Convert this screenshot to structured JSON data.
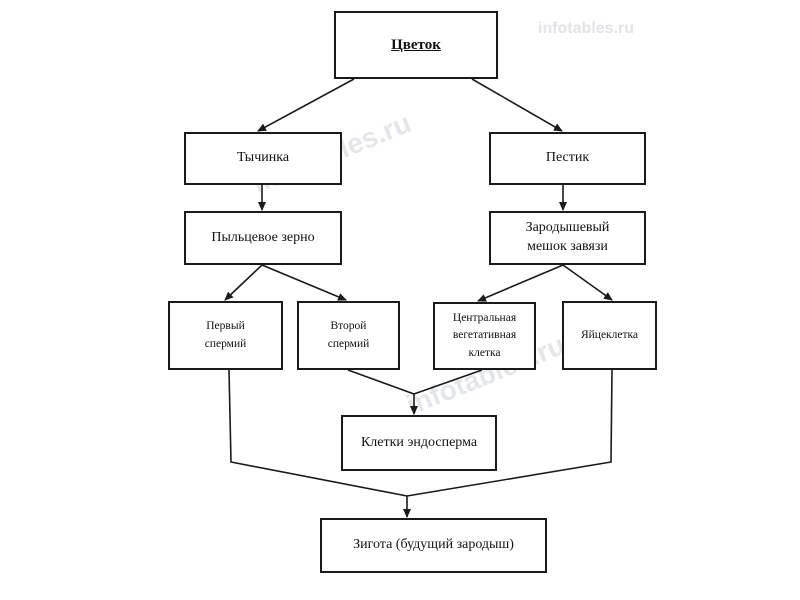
{
  "watermark": "infotables.ru",
  "nodes": {
    "flower": "Цветок",
    "stamen": "Тычинка",
    "pistil": "Пестик",
    "pollen": "Пыльцевое зерно",
    "embryo_sac": [
      "Зародышевый",
      "мешок завязи"
    ],
    "sperm1": [
      "Первый",
      "спермий"
    ],
    "sperm2": [
      "Второй",
      "спермий"
    ],
    "central": [
      "Центральная",
      "вегетативная",
      "клетка"
    ],
    "egg": "Яйцеклетка",
    "endosperm": "Клетки эндосперма",
    "zygote": "Зигота (будущий зародыш)"
  },
  "colors": {
    "line": "#1a1a1a",
    "watermark": "#e3e6ea"
  }
}
